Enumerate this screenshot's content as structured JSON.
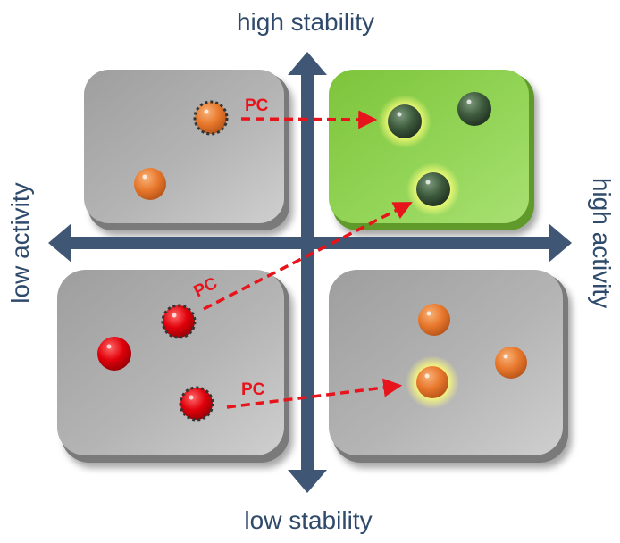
{
  "axes": {
    "top": "high stability",
    "bottom": "low stability",
    "left": "low activity",
    "right": "high activity"
  },
  "arrows": {
    "label": "PC"
  },
  "colors": {
    "axis": "#3f5775",
    "text": "#2f4a6b",
    "arrow": "#e8141c",
    "panel_gray": "#a9a9a9",
    "panel_green": "#8ed14d",
    "particle_orange": "#e8782c",
    "particle_red": "#e0000a",
    "particle_green": "#3d5a3d",
    "glow": "#ffff7a"
  }
}
